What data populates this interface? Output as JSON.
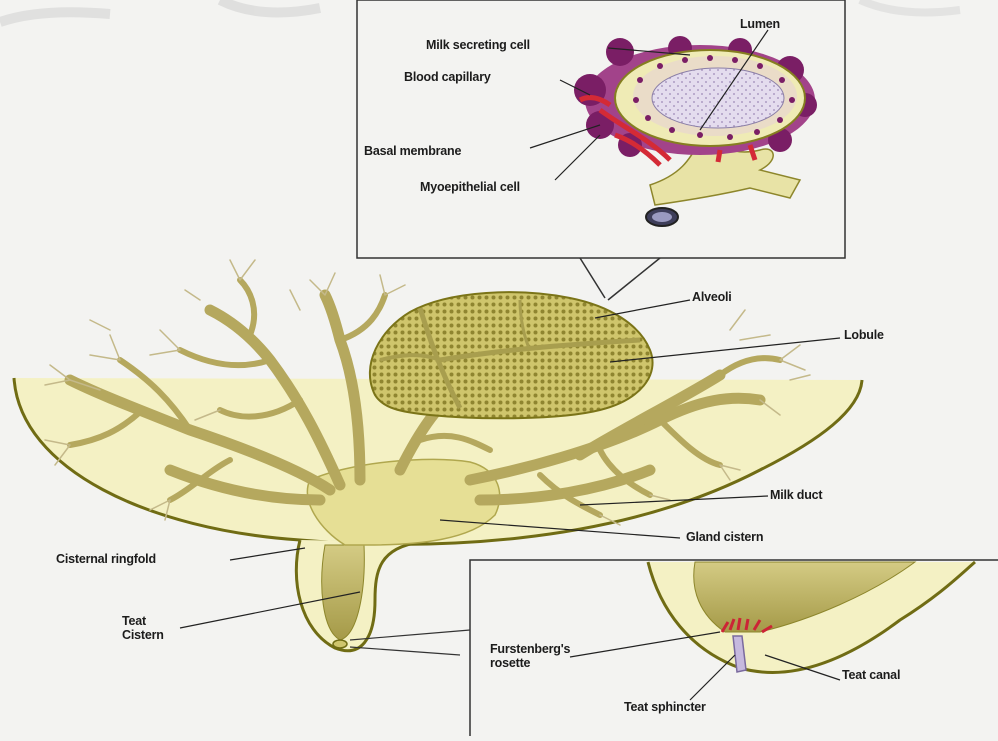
{
  "labels": {
    "lumen": "Lumen",
    "milk_secreting_cell": "Milk secreting cell",
    "blood_capillary": "Blood capillary",
    "basal_membrane": "Basal membrane",
    "myoepithelial_cell": "Myoepithelial cell",
    "alveoli": "Alveoli",
    "lobule": "Lobule",
    "milk_duct": "Milk duct",
    "gland_cistern": "Gland cistern",
    "cisternal_ringfold": "Cisternal ringfold",
    "teat_cistern": "Teat\nCistern",
    "furstenbergs_rosette": "Furstenberg's\nrosette",
    "teat_canal": "Teat canal",
    "teat_sphincter": "Teat sphincter"
  },
  "colors": {
    "tissue_fill": "#f2efb6",
    "duct_fill": "#b3a65a",
    "outline": "#6e6a12",
    "alveolus_cell": "#a54a8a",
    "capillary": "#d42a36",
    "lumen_fill": "#d9cfe6"
  }
}
